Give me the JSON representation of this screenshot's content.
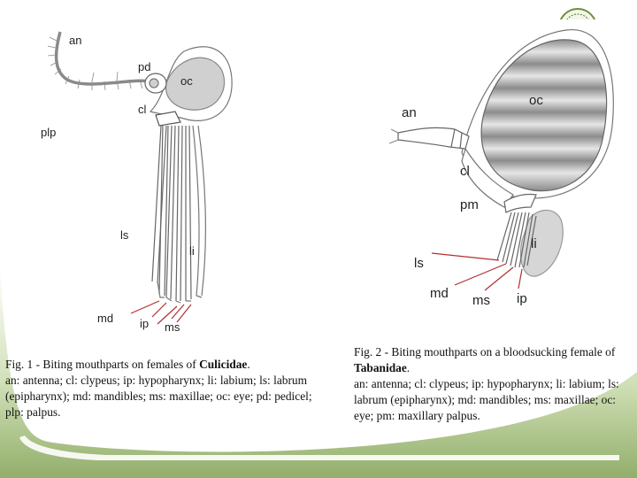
{
  "fig1": {
    "labels": {
      "an": "an",
      "pd": "pd",
      "oc": "oc",
      "cl": "cl",
      "plp": "plp",
      "ls": "ls",
      "li": "li",
      "md": "md",
      "ip": "ip",
      "ms": "ms"
    },
    "caption": {
      "title_prefix": "Fig. 1 - Biting mouthparts on females of ",
      "taxon": "Culicidae",
      "title_suffix": ".",
      "legend": "an: antenna; cl: clypeus; ip: hypopharynx; li: labium; ls: labrum (epipharynx); md: mandibles; ms: maxillae; oc: eye; pd: pedicel; plp: palpus."
    }
  },
  "fig2": {
    "labels": {
      "oc": "oc",
      "an": "an",
      "cl": "cl",
      "pm": "pm",
      "li": "li",
      "ls": "ls",
      "md": "md",
      "ms": "ms",
      "ip": "ip"
    },
    "caption": {
      "title_prefix": "Fig. 2 - Biting mouthparts on a bloodsucking female of ",
      "taxon": "Tabanidae",
      "title_suffix": ".",
      "legend": "an: antenna; cl: clypeus; ip: hypopharynx; li: labium; ls: labrum (epipharynx); md: mandibles; ms: maxillae; oc: eye; pm: maxillary palpus."
    }
  },
  "colors": {
    "label_line": "#b03030",
    "outline": "#555555",
    "eye_fill": "#d0d0d0",
    "slide_green": "#8fae62"
  },
  "icons": {
    "seal": "university-seal-icon"
  }
}
